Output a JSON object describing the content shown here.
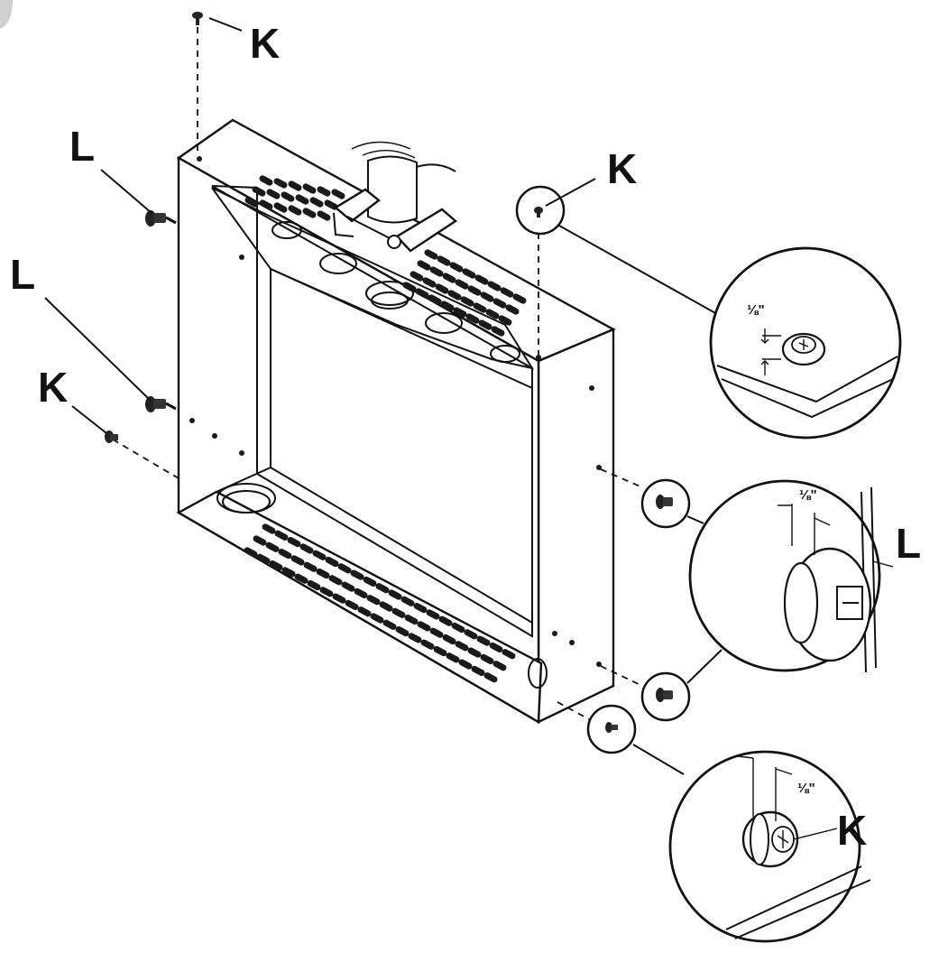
{
  "diagram": {
    "labels": {
      "screw_k": "K",
      "screw_l": "L"
    },
    "dimension": "⅛\"",
    "colors": {
      "line": "#111111",
      "background": "#ffffff"
    }
  }
}
